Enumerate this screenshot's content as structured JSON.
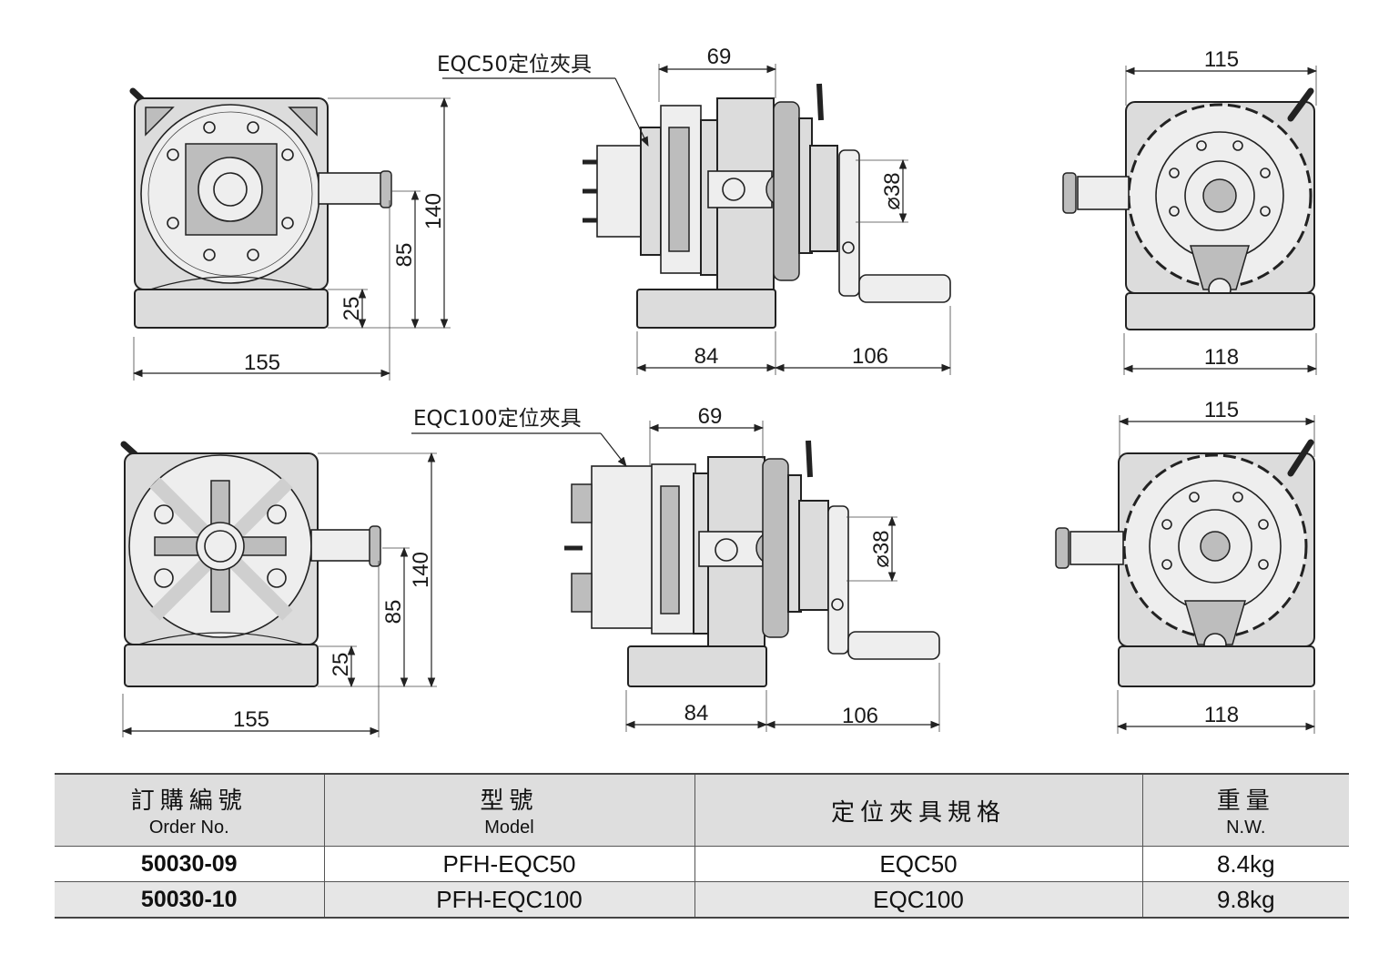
{
  "drawing": {
    "row1": {
      "callout": "EQC50定位夾具",
      "front": {
        "width": "155",
        "height": "140",
        "center_height": "85",
        "base_height": "25"
      },
      "side": {
        "top": "69",
        "diameter": "⌀38",
        "base_left": "84",
        "base_right": "106"
      },
      "back": {
        "top": "115",
        "bottom": "118"
      }
    },
    "row2": {
      "callout": "EQC100定位夾具",
      "front": {
        "width": "155",
        "height": "140",
        "center_height": "85",
        "base_height": "25"
      },
      "side": {
        "top": "69",
        "diameter": "⌀38",
        "base_left": "84",
        "base_right": "106"
      },
      "back": {
        "top": "115",
        "bottom": "118"
      }
    }
  },
  "table": {
    "headers": [
      {
        "main": "訂購編號",
        "sub": "Order No."
      },
      {
        "main": "型號",
        "sub": "Model"
      },
      {
        "main": "定位夾具規格",
        "sub": ""
      },
      {
        "main": "重量",
        "sub": "N.W."
      }
    ],
    "rows": [
      {
        "order": "50030-09",
        "model": "PFH-EQC50",
        "spec": "EQC50",
        "weight": "8.4kg"
      },
      {
        "order": "50030-10",
        "model": "PFH-EQC100",
        "spec": "EQC100",
        "weight": "9.8kg"
      }
    ]
  }
}
